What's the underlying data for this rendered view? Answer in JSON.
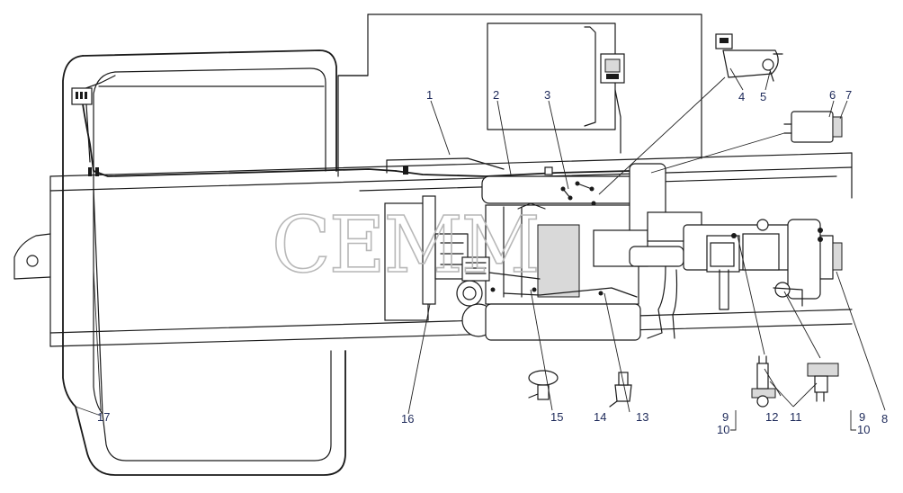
{
  "watermark": "CEMM",
  "callouts": {
    "c1": "1",
    "c2": "2",
    "c3": "3",
    "c4": "4",
    "c5": "5",
    "c6": "6",
    "c7": "7",
    "c8": "8",
    "c9a": "9",
    "c10a": "10",
    "c9b": "9",
    "c10b": "10",
    "c11": "11",
    "c12": "12",
    "c13": "13",
    "c14": "14",
    "c15": "15",
    "c16": "16",
    "c17": "17"
  }
}
